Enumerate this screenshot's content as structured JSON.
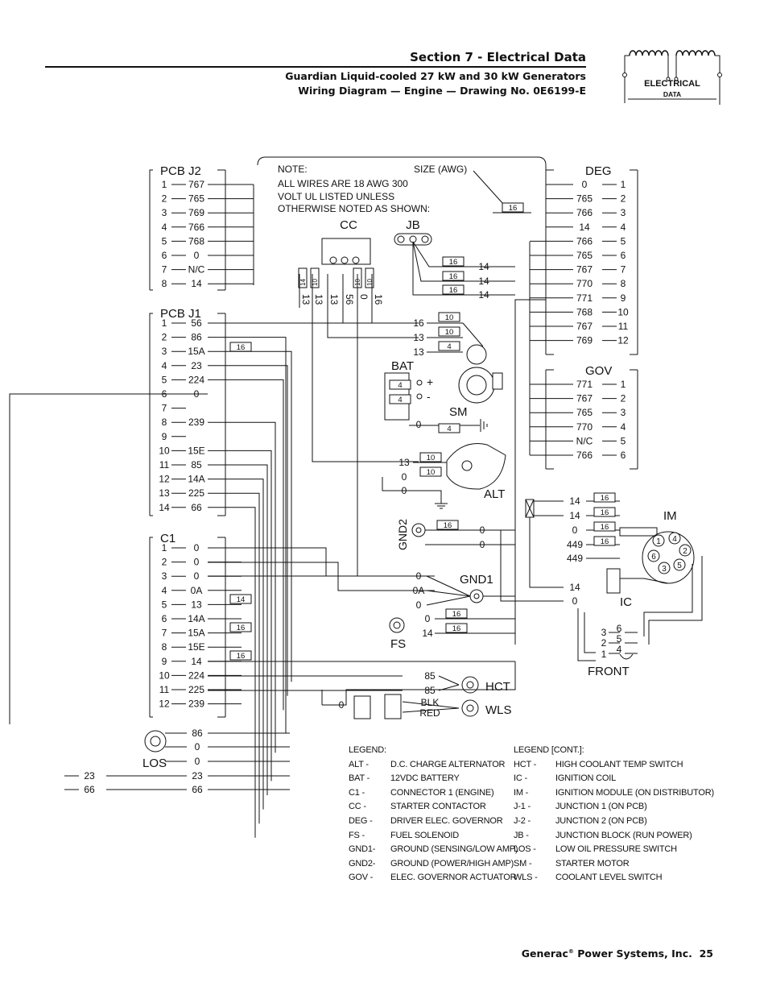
{
  "header": {
    "section_title": "Section 7 - Electrical Data",
    "subtitle_line1": "Guardian Liquid-cooled 27 kW and 30 kW Generators",
    "subtitle_line2": "Wiring Diagram — Engine — Drawing No. 0E6199-E",
    "logo_text_line1": "ELECTRICAL",
    "logo_text_line2": "DATA"
  },
  "note": {
    "title": "NOTE:",
    "size_label": "SIZE (AWG)",
    "line1": "ALL WIRES ARE 18 AWG 300",
    "line2": "VOLT UL LISTED UNLESS",
    "line3": "OTHERWISE NOTED AS SHOWN:",
    "size_example": "16"
  },
  "components": {
    "pcb_j2": "PCB J2",
    "pcb_j1": "PCB J1",
    "c1": "C1",
    "deg": "DEG",
    "gov": "GOV",
    "cc": "CC",
    "jb": "JB",
    "bat": "BAT",
    "sm": "SM",
    "alt": "ALT",
    "gnd2": "GND2",
    "gnd1": "GND1",
    "fs": "FS",
    "hct": "HCT",
    "wls": "WLS",
    "los": "LOS",
    "im": "IM",
    "ic": "IC",
    "front": "FRONT",
    "plus": "+",
    "minus": "-"
  },
  "pcb_j2": [
    [
      "1",
      "767"
    ],
    [
      "2",
      "765"
    ],
    [
      "3",
      "769"
    ],
    [
      "4",
      "766"
    ],
    [
      "5",
      "768"
    ],
    [
      "6",
      "0"
    ],
    [
      "7",
      "N/C"
    ],
    [
      "8",
      "14"
    ]
  ],
  "pcb_j1": [
    [
      "1",
      "56"
    ],
    [
      "2",
      "86"
    ],
    [
      "3",
      "15A"
    ],
    [
      "4",
      "23"
    ],
    [
      "5",
      "224"
    ],
    [
      "6",
      "0"
    ],
    [
      "7",
      ""
    ],
    [
      "8",
      "239"
    ],
    [
      "9",
      ""
    ],
    [
      "10",
      "15E"
    ],
    [
      "11",
      "85"
    ],
    [
      "12",
      "14A"
    ],
    [
      "13",
      "225"
    ],
    [
      "14",
      "66"
    ]
  ],
  "c1": [
    [
      "1",
      "0"
    ],
    [
      "2",
      "0"
    ],
    [
      "3",
      "0"
    ],
    [
      "4",
      "0A"
    ],
    [
      "5",
      "13"
    ],
    [
      "6",
      "14A"
    ],
    [
      "7",
      "15A"
    ],
    [
      "8",
      "15E"
    ],
    [
      "9",
      "14"
    ],
    [
      "10",
      "224"
    ],
    [
      "11",
      "225"
    ],
    [
      "12",
      "239"
    ]
  ],
  "deg": [
    [
      "0",
      "1"
    ],
    [
      "765",
      "2"
    ],
    [
      "766",
      "3"
    ],
    [
      "14",
      "4"
    ],
    [
      "766",
      "5"
    ],
    [
      "765",
      "6"
    ],
    [
      "767",
      "7"
    ],
    [
      "770",
      "8"
    ],
    [
      "771",
      "9"
    ],
    [
      "768",
      "10"
    ],
    [
      "767",
      "11"
    ],
    [
      "769",
      "12"
    ]
  ],
  "gov": [
    [
      "771",
      "1"
    ],
    [
      "767",
      "2"
    ],
    [
      "765",
      "3"
    ],
    [
      "770",
      "4"
    ],
    [
      "N/C",
      "5"
    ],
    [
      "766",
      "6"
    ]
  ],
  "cc_wires": [
    "13",
    "13",
    "13",
    "56",
    "0",
    "16"
  ],
  "cc_gauges": [
    "14",
    "10",
    "10",
    "10"
  ],
  "jb_wires": [
    "14",
    "14",
    "14"
  ],
  "jb_gauges": [
    "16",
    "16",
    "16"
  ],
  "bat_wires": [
    "16",
    "13",
    "13"
  ],
  "bat_gauges": [
    "10",
    "10",
    "4"
  ],
  "bat_term_gauges": [
    "4",
    "4"
  ],
  "sm_wire": "0",
  "sm_gauge": "4",
  "alt_wires": [
    "13",
    "0",
    "0"
  ],
  "alt_gauges": [
    "10",
    "10"
  ],
  "gnd2": {
    "wires": [
      "0",
      "0"
    ],
    "gauge": "16"
  },
  "im_wires": [
    "14",
    "14",
    "0",
    "449",
    "449"
  ],
  "im_gauges": [
    "16",
    "16",
    "16",
    "16"
  ],
  "im_pins": [
    "1",
    "2",
    "3",
    "4",
    "5",
    "6"
  ],
  "ic_wires": [
    "14",
    "0"
  ],
  "front_pins": [
    "3",
    "2",
    "1",
    "6",
    "5",
    "4"
  ],
  "gnd1_wires": [
    "0",
    "0A",
    "0"
  ],
  "fs_wires": [
    "0",
    "14"
  ],
  "fs_gauges": [
    "16",
    "16"
  ],
  "c1_gauges": [
    "14",
    "16",
    "16"
  ],
  "j1_gauge": "16",
  "hct_wires": [
    "85",
    "85"
  ],
  "wls_wires": [
    "0",
    "BLK",
    "RED"
  ],
  "los_wires": [
    "86",
    "0",
    "0",
    "23",
    "66"
  ],
  "left_wires": [
    "23",
    "66"
  ],
  "legend": {
    "title": "LEGEND:",
    "title_cont": "LEGEND [CONT.]:",
    "col1": [
      [
        "ALT -",
        "D.C. CHARGE ALTERNATOR"
      ],
      [
        "BAT -",
        "12VDC BATTERY"
      ],
      [
        "C1  -",
        "CONNECTOR 1 (ENGINE)"
      ],
      [
        "CC  -",
        "STARTER CONTACTOR"
      ],
      [
        "DEG -",
        "DRIVER ELEC. GOVERNOR"
      ],
      [
        "FS  -",
        "FUEL SOLENOID"
      ],
      [
        "GND1-",
        "GROUND (SENSING/LOW AMP)"
      ],
      [
        "GND2-",
        "GROUND (POWER/HIGH AMP)"
      ],
      [
        "GOV -",
        "ELEC. GOVERNOR ACTUATOR"
      ]
    ],
    "col2": [
      [
        "HCT -",
        "HIGH COOLANT TEMP SWITCH"
      ],
      [
        "IC  -",
        "IGNITION COIL"
      ],
      [
        "IM  -",
        "IGNITION MODULE (ON DISTRIBUTOR)"
      ],
      [
        "J-1 -",
        "JUNCTION 1 (ON  PCB)"
      ],
      [
        "J-2 -",
        "JUNCTION 2 (ON PCB)"
      ],
      [
        "JB  -",
        "JUNCTION BLOCK (RUN POWER)"
      ],
      [
        "LOS -",
        "LOW OIL PRESSURE SWITCH"
      ],
      [
        "SM  -",
        "STARTER MOTOR"
      ],
      [
        "WLS -",
        "COOLANT LEVEL SWITCH"
      ]
    ]
  },
  "footer": {
    "company": "Generac",
    "reg": "®",
    "company_rest": " Power Systems, Inc.",
    "page": "25"
  }
}
